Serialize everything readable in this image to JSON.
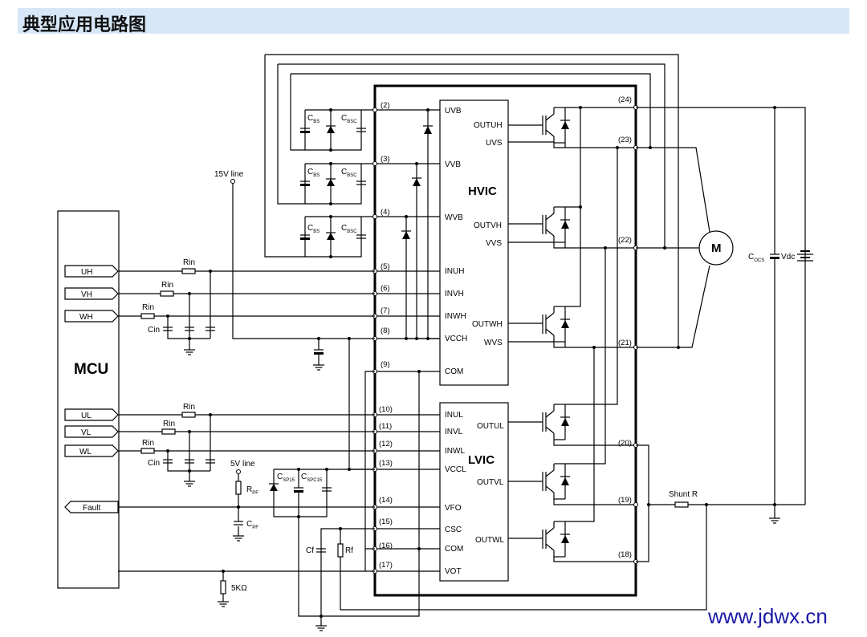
{
  "title": "典型应用电路图",
  "mcu": {
    "label": "MCU",
    "signals": [
      "UH",
      "VH",
      "WH",
      "UL",
      "VL",
      "WL",
      "Fault"
    ]
  },
  "ics": {
    "hvic": "HVIC",
    "lvic": "LVIC"
  },
  "hvic_pins": [
    "UVB",
    "VVB",
    "WVB",
    "INUH",
    "INVH",
    "INWH",
    "VCCH",
    "COM",
    "OUTUH",
    "UVS",
    "OUTVH",
    "VVS",
    "OUTWH",
    "WVS"
  ],
  "lvic_pins": [
    "INUL",
    "INVL",
    "INWL",
    "VCCL",
    "VFO",
    "CSC",
    "COM",
    "VOT",
    "OUTUL",
    "OUTVL",
    "OUTWL"
  ],
  "pin_numbers": [
    "(2)",
    "(3)",
    "(4)",
    "(5)",
    "(6)",
    "(7)",
    "(8)",
    "(9)",
    "(10)",
    "(11)",
    "(12)",
    "(13)",
    "(14)",
    "(15)",
    "(16)",
    "(17)",
    "(18)",
    "(19)",
    "(20)",
    "(21)",
    "(22)",
    "(23)",
    "(24)"
  ],
  "components": {
    "rin": "Rin",
    "cin": "Cin",
    "motor": "M",
    "shunt": "Shunt R",
    "r5k": "5KΩ",
    "cf": "Cf",
    "rf": "Rf",
    "cbs": [
      "C",
      "BS"
    ],
    "cbsc": [
      "C",
      "BSC"
    ],
    "cocs": [
      "C",
      "OCS"
    ],
    "vdc": "Vdc",
    "rpf": [
      "R",
      "PF"
    ],
    "cpf": [
      "C",
      "PF"
    ],
    "csp15": [
      "C",
      "SP15"
    ],
    "cspc15": [
      "C",
      "SPC15"
    ]
  },
  "supplies": {
    "v15": "15V line",
    "v5": "5V line"
  },
  "watermark": "www.jdwx.cn"
}
